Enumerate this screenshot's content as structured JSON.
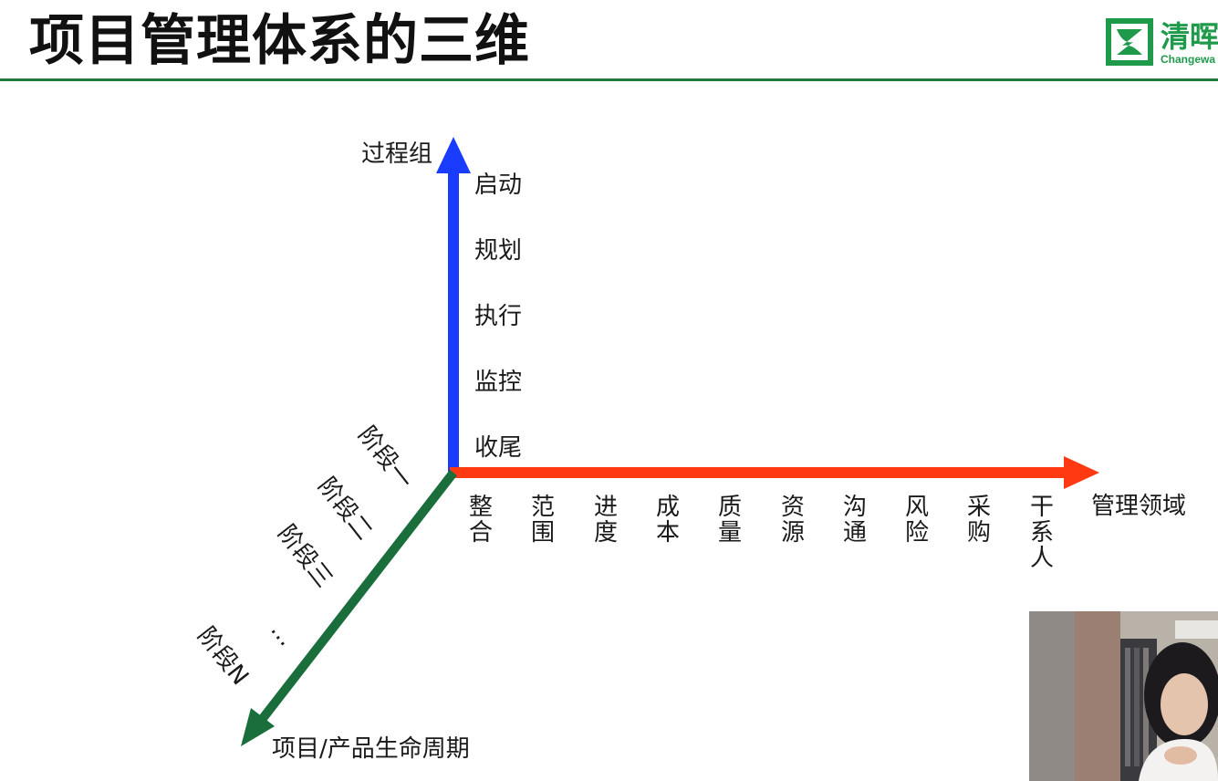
{
  "header": {
    "title": "项目管理体系的三维",
    "logo": {
      "name_cn": "清晖",
      "name_en": "Changewa",
      "icon": "changewave-logo-icon",
      "color": "#1e9a4a"
    },
    "rule_color": "#1e7a3e"
  },
  "diagram": {
    "vertical_axis": {
      "title": "过程组",
      "color": "#1a3cff",
      "items": [
        "启动",
        "规划",
        "执行",
        "监控",
        "收尾"
      ]
    },
    "horizontal_axis": {
      "title": "管理领域",
      "color": "#ff3a12",
      "items": [
        "整合",
        "范围",
        "进度",
        "成本",
        "质量",
        "资源",
        "沟通",
        "风险",
        "采购",
        "干系人"
      ]
    },
    "diagonal_axis": {
      "title": "项目/产品生命周期",
      "color": "#1a6e3c",
      "items": [
        "阶段一",
        "阶段二",
        "阶段三",
        "...",
        "阶段N"
      ]
    }
  },
  "video": {
    "icon": "presenter-video-thumbnail"
  }
}
